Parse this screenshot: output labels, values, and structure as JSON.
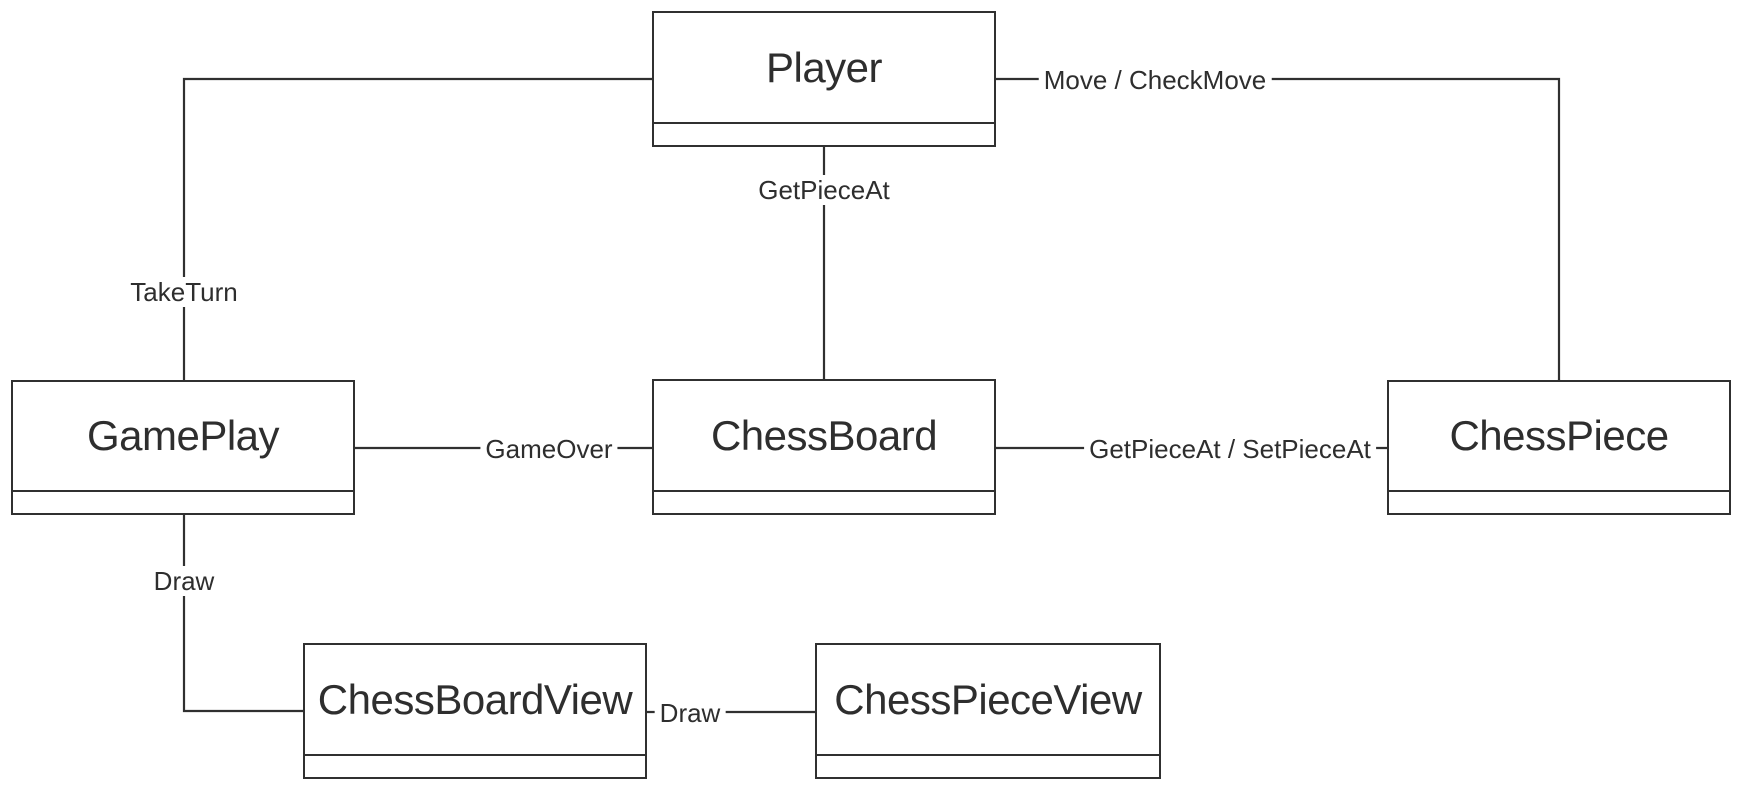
{
  "colors": {
    "background": "#ffffff",
    "line": "#303030",
    "text": "#2e2e2e"
  },
  "nodes": {
    "player": {
      "label": "Player"
    },
    "gameplay": {
      "label": "GamePlay"
    },
    "chessboard": {
      "label": "ChessBoard"
    },
    "chesspiece": {
      "label": "ChessPiece"
    },
    "chessboardview": {
      "label": "ChessBoardView"
    },
    "chesspieceview": {
      "label": "ChessPieceView"
    }
  },
  "edges": {
    "taketurn": {
      "label": "TakeTurn",
      "from": "GamePlay",
      "to": "Player"
    },
    "move_checkmove": {
      "label": "Move / CheckMove",
      "from": "Player",
      "to": "ChessPiece"
    },
    "getpieceat": {
      "label": "GetPieceAt",
      "from": "Player",
      "to": "ChessBoard"
    },
    "gameover": {
      "label": "GameOver",
      "from": "ChessBoard",
      "to": "GamePlay"
    },
    "getpieceat_setpieceat": {
      "label": "GetPieceAt / SetPieceAt",
      "from": "ChessPiece",
      "to": "ChessBoard"
    },
    "draw_boardview": {
      "label": "Draw",
      "from": "GamePlay",
      "to": "ChessBoardView"
    },
    "draw_pieceview": {
      "label": "Draw",
      "from": "ChessBoardView",
      "to": "ChessPieceView"
    }
  }
}
